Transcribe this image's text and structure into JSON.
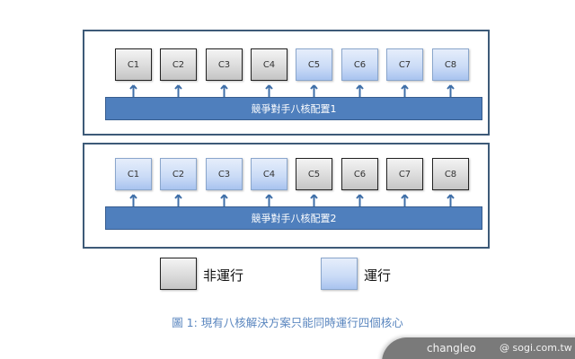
{
  "diagram": {
    "configs": [
      {
        "label": "競爭對手八核配置1",
        "cores": [
          {
            "name": "C1",
            "state": "idle"
          },
          {
            "name": "C2",
            "state": "idle"
          },
          {
            "name": "C3",
            "state": "idle"
          },
          {
            "name": "C4",
            "state": "idle"
          },
          {
            "name": "C5",
            "state": "run"
          },
          {
            "name": "C6",
            "state": "run"
          },
          {
            "name": "C7",
            "state": "run"
          },
          {
            "name": "C8",
            "state": "run"
          }
        ]
      },
      {
        "label": "競爭對手八核配置2",
        "cores": [
          {
            "name": "C1",
            "state": "run"
          },
          {
            "name": "C2",
            "state": "run"
          },
          {
            "name": "C3",
            "state": "run"
          },
          {
            "name": "C4",
            "state": "run"
          },
          {
            "name": "C5",
            "state": "idle"
          },
          {
            "name": "C6",
            "state": "idle"
          },
          {
            "name": "C7",
            "state": "idle"
          },
          {
            "name": "C8",
            "state": "idle"
          }
        ]
      }
    ],
    "legend": {
      "idle_label": "非運行",
      "run_label": "運行"
    },
    "caption": "圖 1: 現有八核解決方案只能同時運行四個核心",
    "colors": {
      "frame": "#3d5a78",
      "bar": "#4f7fbd",
      "arrow": "#3f6fa8",
      "caption": "#5a86bf",
      "idle_fill": "#d9d9d9",
      "run_fill": "#c9daf6"
    }
  },
  "footer": {
    "author": "changleo",
    "site": "@ sogi.com.tw"
  }
}
